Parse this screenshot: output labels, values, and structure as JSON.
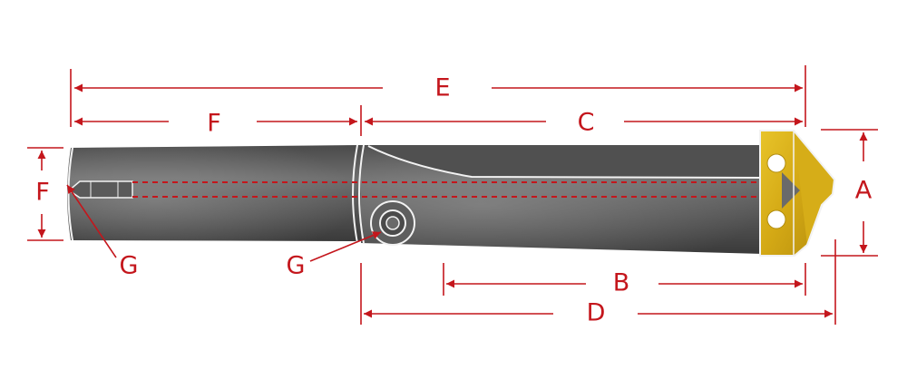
{
  "diagram": {
    "labels": {
      "A": "A",
      "B": "B",
      "C": "C",
      "D": "D",
      "E": "E",
      "F_top": "F",
      "F_side": "F",
      "G_left": "G",
      "G_center": "G"
    },
    "colors": {
      "dimension": "#c4161c",
      "shank_dark": "#3e3e3e",
      "shank_light": "#8a8a8a",
      "insert": "#d9b21c",
      "outline": "#f2f2f2"
    }
  }
}
